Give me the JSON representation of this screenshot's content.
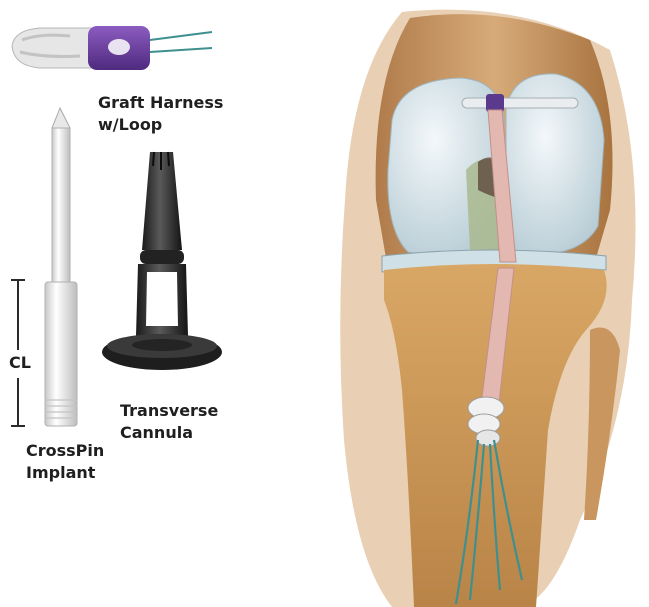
{
  "labels": {
    "graft_harness": [
      "Graft Harness",
      "w/Loop"
    ],
    "cl": "CL",
    "transverse_cannula": [
      "Transverse",
      "Cannula"
    ],
    "crosspin_implant": [
      "CrossPin",
      "Implant"
    ]
  },
  "colors": {
    "text": "#1f1f1f",
    "harness_purple": "#6a3d9a",
    "suture_teal": "#3f8f8f",
    "implant_white": "#eeeeee",
    "cannula_black": "#2c2c2c",
    "bone_tan": "#c79a66",
    "cartilage_blue": "#c9dbe2",
    "tunnel_pink": "#e2b8b0"
  }
}
